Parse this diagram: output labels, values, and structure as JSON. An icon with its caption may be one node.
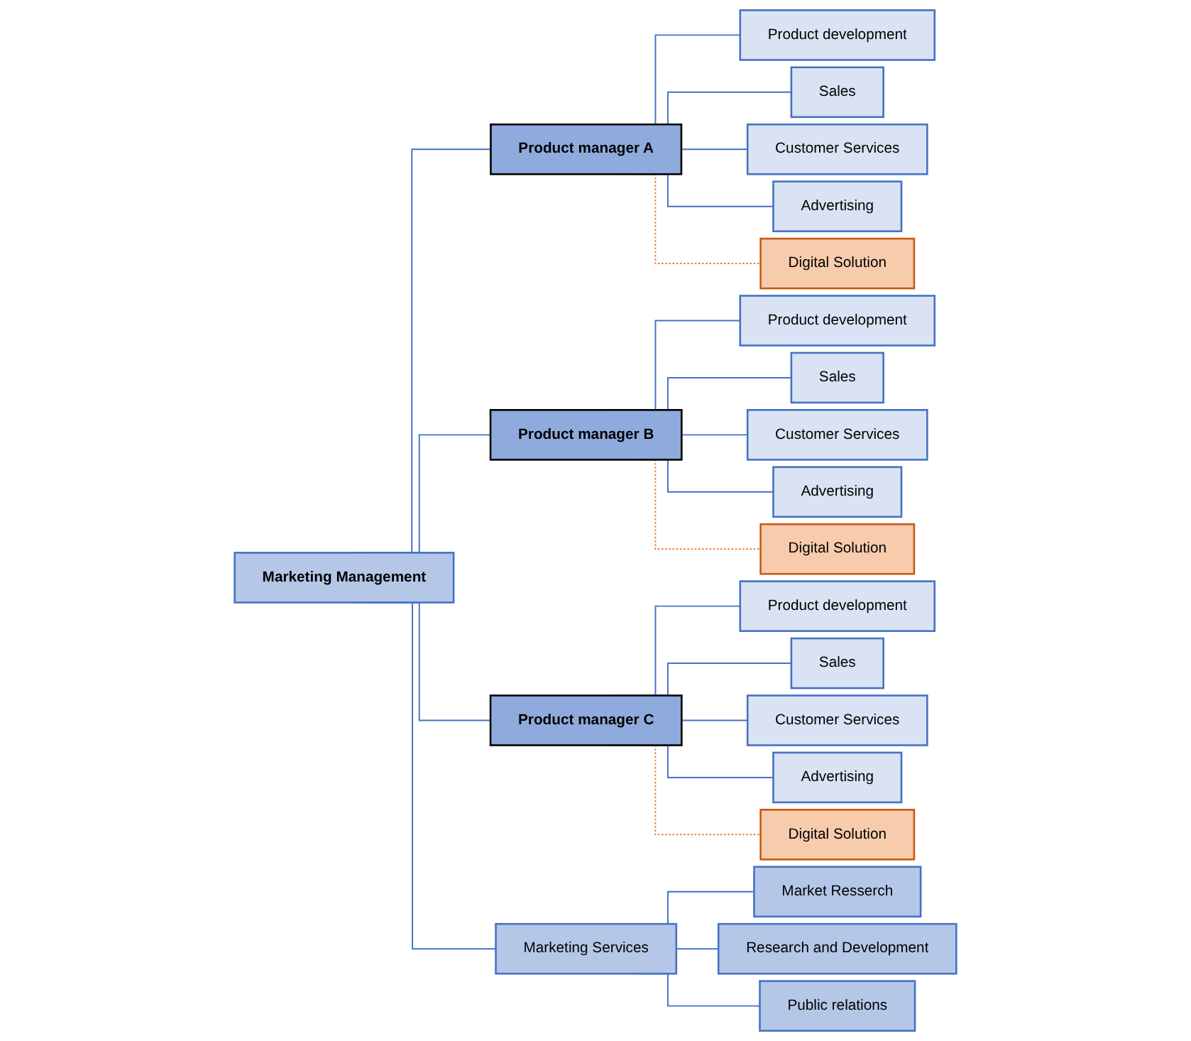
{
  "diagram": {
    "nodes": [
      {
        "text": [
          "Marketing Management"
        ]
      },
      {
        "text": [
          "Product manager A"
        ]
      },
      {
        "text": [
          "Product manager B"
        ]
      },
      {
        "text": [
          "Product manager C"
        ]
      },
      {
        "text": [
          "Marketing Services"
        ]
      },
      {
        "text": [
          "Product development"
        ]
      },
      {
        "text": [
          "Sales"
        ]
      },
      {
        "text": [
          "Customer Services"
        ]
      },
      {
        "text": [
          "Advertising"
        ]
      },
      {
        "text": [
          "Digital Solution"
        ]
      },
      {
        "text": [
          "Product development"
        ]
      },
      {
        "text": [
          "Sales"
        ]
      },
      {
        "text": [
          "Customer Services"
        ]
      },
      {
        "text": [
          "Advertising"
        ]
      },
      {
        "text": [
          "Digital Solution"
        ]
      },
      {
        "text": [
          "Product development"
        ]
      },
      {
        "text": [
          "Sales"
        ]
      },
      {
        "text": [
          "Customer Services"
        ]
      },
      {
        "text": [
          "Advertising"
        ]
      },
      {
        "text": [
          "Digital Solution"
        ]
      },
      {
        "text": [
          "Market Resserch"
        ]
      },
      {
        "text": [
          "Research and Development"
        ]
      },
      {
        "text": [
          "Public relations"
        ]
      }
    ],
    "edges": [
      {
        "from": 0,
        "to": 1,
        "arrow": "none"
      },
      {
        "from": 0,
        "to": 2,
        "arrow": "none"
      },
      {
        "from": 0,
        "to": 3,
        "arrow": "none"
      },
      {
        "from": 0,
        "to": 4,
        "arrow": "none"
      },
      {
        "from": 1,
        "to": 5,
        "arrow": "none"
      },
      {
        "from": 1,
        "to": 6,
        "arrow": "none"
      },
      {
        "from": 1,
        "to": 7,
        "arrow": "none"
      },
      {
        "from": 1,
        "to": 8,
        "arrow": "none"
      },
      {
        "from": 1,
        "to": 9,
        "arrow": "none",
        "style": "dashed",
        "color": "#ed7d31"
      },
      {
        "from": 2,
        "to": 10,
        "arrow": "none"
      },
      {
        "from": 2,
        "to": 11,
        "arrow": "none"
      },
      {
        "from": 2,
        "to": 12,
        "arrow": "none"
      },
      {
        "from": 2,
        "to": 13,
        "arrow": "none"
      },
      {
        "from": 2,
        "to": 14,
        "arrow": "none",
        "style": "dashed",
        "color": "#ed7d31"
      },
      {
        "from": 3,
        "to": 15,
        "arrow": "none"
      },
      {
        "from": 3,
        "to": 16,
        "arrow": "none"
      },
      {
        "from": 3,
        "to": 17,
        "arrow": "none"
      },
      {
        "from": 3,
        "to": 18,
        "arrow": "none"
      },
      {
        "from": 3,
        "to": 19,
        "arrow": "none",
        "style": "dashed",
        "color": "#ed7d31"
      },
      {
        "from": 4,
        "to": 20,
        "arrow": "none"
      },
      {
        "from": 4,
        "to": 21,
        "arrow": "none"
      },
      {
        "from": 4,
        "to": 22,
        "arrow": "none"
      }
    ]
  }
}
